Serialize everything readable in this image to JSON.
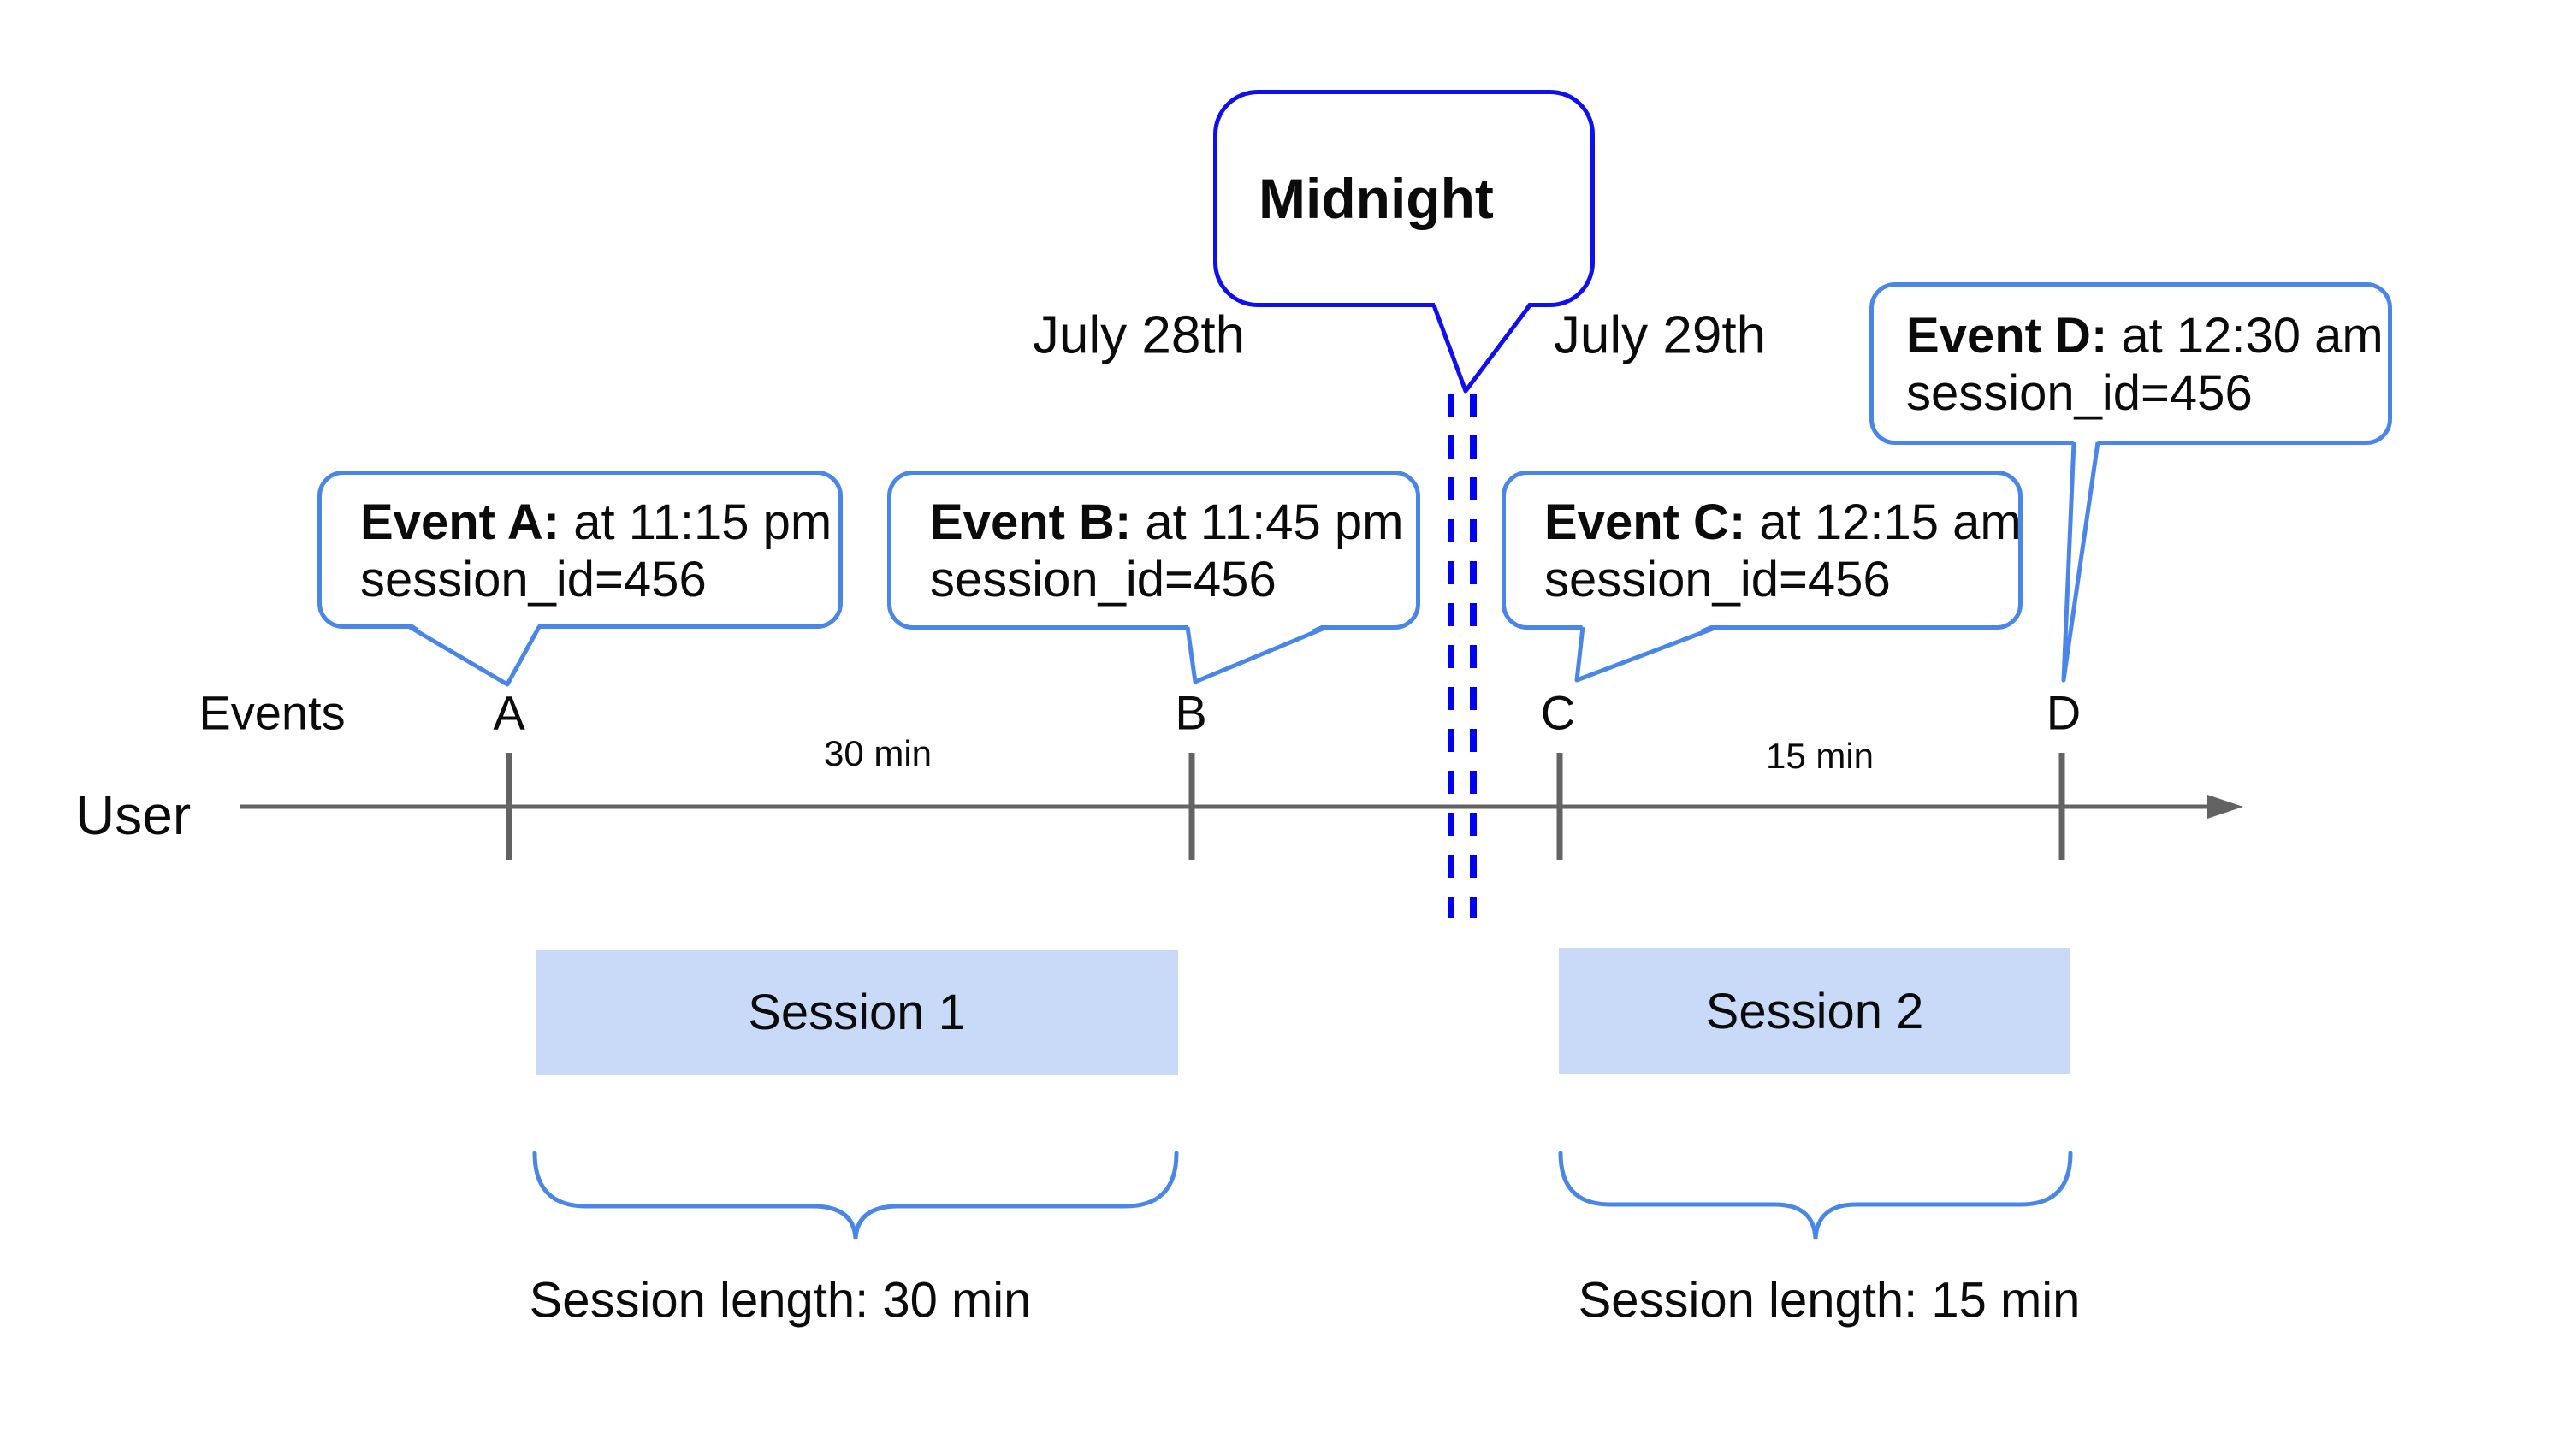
{
  "title_bubble": {
    "label": "Midnight"
  },
  "dates": {
    "left": "July 28th",
    "right": "July 29th"
  },
  "axis": {
    "events_label": "Events",
    "user_label": "User"
  },
  "events": [
    {
      "point": "A",
      "label": "Event A:",
      "time": " at 11:15 pm",
      "session": "session_id=456"
    },
    {
      "point": "B",
      "label": "Event B:",
      "time": " at 11:45 pm",
      "session": "session_id=456"
    },
    {
      "point": "C",
      "label": "Event C:",
      "time": " at 12:15 am",
      "session": "session_id=456"
    },
    {
      "point": "D",
      "label": "Event D:",
      "time": " at 12:30 am",
      "session": "session_id=456"
    }
  ],
  "intervals": [
    {
      "label": "30 min"
    },
    {
      "label": "15 min"
    }
  ],
  "sessions": [
    {
      "label": "Session 1",
      "length_label": "Session length: 30 min"
    },
    {
      "label": "Session 2",
      "length_label": "Session length: 15 min"
    }
  ],
  "colors": {
    "accent-blue": "#4a86e8",
    "strong-blue": "#0f0ff0",
    "dash-blue": "#0202f2",
    "line-gray": "#636363",
    "session-fill": "#c9daf8",
    "text-black": "#0b0b0b"
  }
}
